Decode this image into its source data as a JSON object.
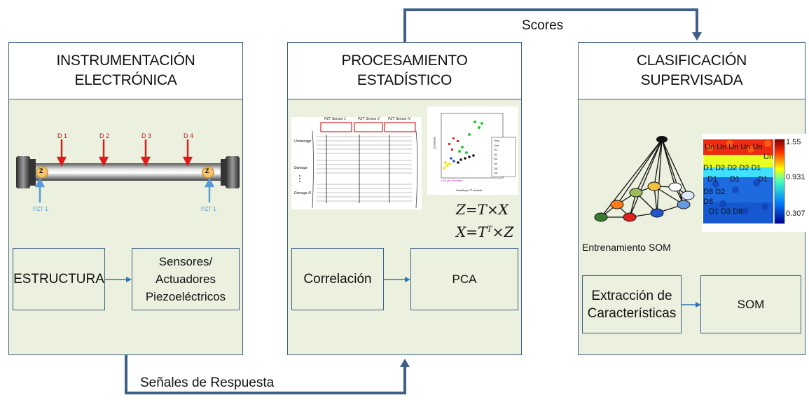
{
  "panels": {
    "instrumentation": {
      "title_line1": "INSTRUMENTACIÓN",
      "title_line2": "ELECTRÓNICA",
      "box_left": "ESTRUCTURA",
      "box_right_line1": "Sensores/",
      "box_right_line2": "Actuadores",
      "box_right_line3": "Piezoeléctricos",
      "damage_labels": [
        "D 1",
        "D 2",
        "D 3",
        "D 4"
      ],
      "pzt_left": "PZT 1",
      "pzt_right": "PZT 1",
      "pzt_badge": "Z"
    },
    "processing": {
      "title": "PROCESAMIENTO ESTADÍSTICO",
      "box_left": "Correlación",
      "box_right": "PCA",
      "formula1": "Z=T×X",
      "formula2_a": "X=T",
      "formula2_sup": "T",
      "formula2_b": "×Z",
      "sensor_headers": [
        "PZT Sensor 1",
        "PZT Sensor 2",
        "PZT Sensor N"
      ],
      "row_labels": [
        "Undamage",
        "Damage",
        "Damage N"
      ],
      "scatter_legend": [
        "Ong",
        "Und",
        "D1",
        "D2",
        "D3",
        "D4",
        "D5",
        "D6"
      ],
      "scatter_xlabel": "Hotelling's T² statistic",
      "scatter_ylabel": "Q-statistic",
      "scatter_note": "× All rob. Ricelles"
    },
    "classification": {
      "title": "CLASIFICACIÓN SUPERVISADA",
      "caption": "Entrenamiento SOM",
      "box_left_line1": "Extracción de",
      "box_left_line2": "Características",
      "box_right": "SOM",
      "colorbar_ticks": [
        "1.55",
        "0.931",
        "0.307"
      ],
      "som_row_labels": [
        "Un Un Un Un Un",
        "Un",
        "D1 D2 D2 D2 D1",
        "D1",
        "D1",
        "D1",
        "D8 D2",
        "D8",
        "D1 D3 D8"
      ]
    }
  },
  "connectors": {
    "top": "Scores",
    "bottom": "Señales de Respuesta"
  },
  "colors": {
    "panel_fill": "#ebf1de",
    "border": "#3f5f86",
    "arrow": "#2e75b6",
    "damage_arrow": "#e01b1b"
  }
}
